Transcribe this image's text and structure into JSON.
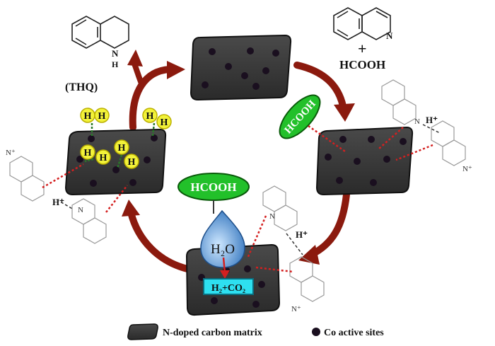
{
  "diagram": {
    "labels": {
      "thq": "(THQ)",
      "thq_nh": "N",
      "thq_h": "H",
      "quinoline_n": "N",
      "plus": "+",
      "hcooh_reagent": "HCOOH",
      "hcooh_oval_top": "HCOOH",
      "hcooh_oval_center": "HCOOH",
      "water": "H₂O",
      "products": "H₂+CO₂",
      "h_atom": "H",
      "h_plus": "H⁺",
      "n_plus": "N⁺",
      "n_atom": "N"
    },
    "legend": {
      "matrix_label": "N-doped carbon matrix",
      "sites_label": "Co active sites"
    },
    "colors": {
      "slab": "#3a3a3a",
      "site": "#1a0f1f",
      "arrow": "#8b1a0e",
      "oval_green": "#22c02a",
      "oval_text": "#ffffff",
      "drop_blue": "#4a8fd0",
      "h_atom_fill": "#f2f23a",
      "box_cyan": "#2ee0f0",
      "dot_red": "#d42020",
      "dot_green": "#2a7a2a"
    }
  }
}
